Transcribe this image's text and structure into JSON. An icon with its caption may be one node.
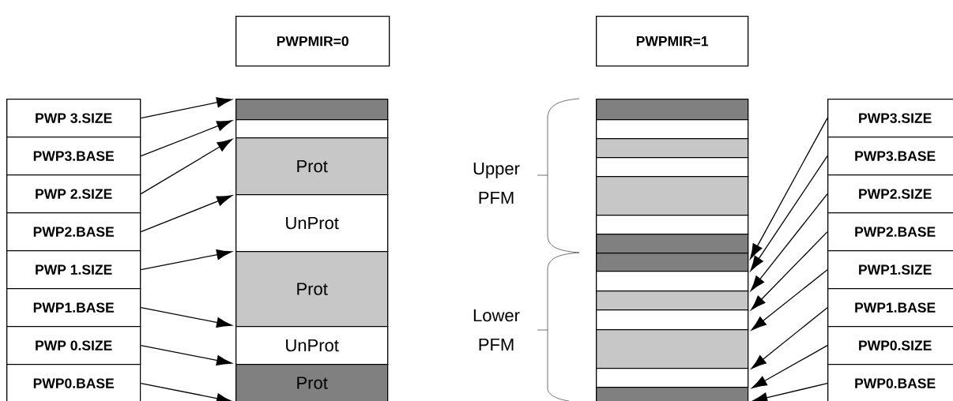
{
  "diagram": {
    "nodes": [
      {
        "text": [
          "PWPMIR=0"
        ]
      },
      {
        "text": [
          "PWPMIR=1"
        ]
      },
      {
        "text": [
          "PWP 3.SIZE"
        ]
      },
      {
        "text": [
          "PWP3.BASE"
        ]
      },
      {
        "text": [
          "PWP 2.SIZE"
        ]
      },
      {
        "text": [
          "PWP2.BASE"
        ]
      },
      {
        "text": [
          "PWP 1.SIZE"
        ]
      },
      {
        "text": [
          "PWP1.BASE"
        ]
      },
      {
        "text": [
          "PWP 0.SIZE"
        ]
      },
      {
        "text": [
          "PWP0.BASE"
        ]
      },
      {
        "text": [],
        "shape": "bar"
      },
      {
        "text": [],
        "shape": "bar"
      },
      {
        "text": [
          "Prot"
        ]
      },
      {
        "text": [
          "UnProt"
        ]
      },
      {
        "text": [
          "Prot"
        ]
      },
      {
        "text": [
          "UnProt"
        ]
      },
      {
        "text": [
          "Prot"
        ]
      },
      {
        "text": [],
        "shape": "bar"
      },
      {
        "text": [],
        "shape": "bar"
      },
      {
        "text": [],
        "shape": "bar"
      },
      {
        "text": [],
        "shape": "bar"
      },
      {
        "text": [],
        "shape": "bar"
      },
      {
        "text": [],
        "shape": "bar"
      },
      {
        "text": [],
        "shape": "bar"
      },
      {
        "text": [],
        "shape": "bar"
      },
      {
        "text": [],
        "shape": "bar"
      },
      {
        "text": [],
        "shape": "bar"
      },
      {
        "text": [],
        "shape": "bar"
      },
      {
        "text": [],
        "shape": "bar"
      },
      {
        "text": [],
        "shape": "bar"
      },
      {
        "text": [],
        "shape": "bar"
      },
      {
        "text": [
          "PWP3.SIZE"
        ]
      },
      {
        "text": [
          "PWP3.BASE"
        ]
      },
      {
        "text": [
          "PWP2.SIZE"
        ]
      },
      {
        "text": [
          "PWP2.BASE"
        ]
      },
      {
        "text": [
          "PWP1.SIZE"
        ]
      },
      {
        "text": [
          "PWP1.BASE"
        ]
      },
      {
        "text": [
          "PWP0.SIZE"
        ]
      },
      {
        "text": [
          "PWP0.BASE"
        ]
      }
    ],
    "edges": [
      {
        "from": 2,
        "to": 10,
        "arrow": "to"
      },
      {
        "from": 3,
        "to": 11,
        "arrow": "to"
      },
      {
        "from": 4,
        "to": 12,
        "arrow": "to"
      },
      {
        "from": 5,
        "to": 13,
        "arrow": "to"
      },
      {
        "from": 6,
        "to": 14,
        "arrow": "to"
      },
      {
        "from": 7,
        "to": 15,
        "arrow": "to"
      },
      {
        "from": 8,
        "to": 16,
        "arrow": "to"
      },
      {
        "from": 9,
        "to": 16,
        "arrow": "to"
      },
      {
        "from": 31,
        "to": 24,
        "arrow": "to"
      },
      {
        "from": 32,
        "to": 25,
        "arrow": "to"
      },
      {
        "from": 33,
        "to": 26,
        "arrow": "to"
      },
      {
        "from": 34,
        "to": 27,
        "arrow": "to"
      },
      {
        "from": 35,
        "to": 28,
        "arrow": "to"
      },
      {
        "from": 36,
        "to": 29,
        "arrow": "to"
      },
      {
        "from": 37,
        "to": 30,
        "arrow": "to"
      },
      {
        "from": 38,
        "to": 30,
        "arrow": "to"
      }
    ],
    "labels": [
      "Upper PFM",
      "Lower PFM"
    ]
  }
}
